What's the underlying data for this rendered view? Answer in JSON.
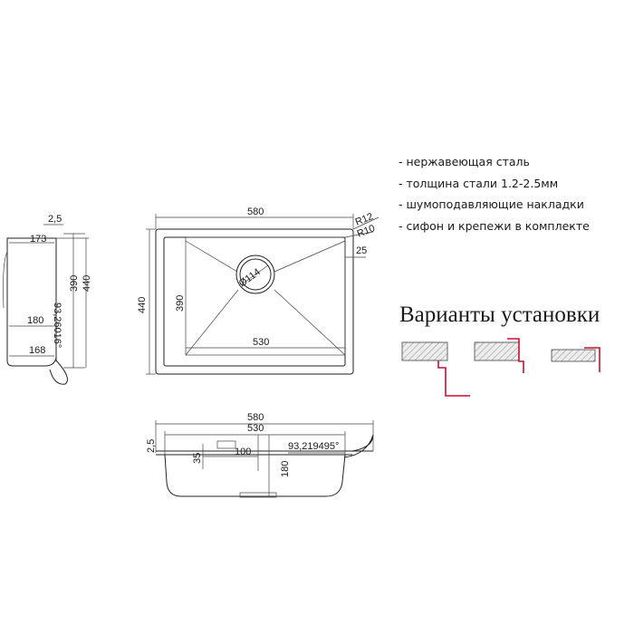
{
  "specs": [
    "- нержавеющая сталь",
    "- толщина стали 1.2-2.5мм",
    "- шумоподавляющие накладки",
    "- сифон и крепежи в комплекте"
  ],
  "variants_title": "Варианты установки",
  "side_view": {
    "thickness": "2,5",
    "depth_top": "173",
    "depth_bottom": "180",
    "drain_depth": "168",
    "angle": "93,26016°",
    "inner_length": "390",
    "outer_length": "440"
  },
  "top_view": {
    "outer_width": "580",
    "outer_length": "440",
    "inner_length": "390",
    "inner_width": "530",
    "radius_outer": "R12",
    "radius_inner": "R10",
    "rim": "25",
    "drain_diameter": "Ø114"
  },
  "front_view": {
    "outer_width": "580",
    "inner_width": "530",
    "thickness": "2,5",
    "overflow_height": "35",
    "overflow_width": "100",
    "depth": "180",
    "angle": "93,219495°"
  },
  "colors": {
    "line": "#222222",
    "mount": "#c8102e"
  }
}
